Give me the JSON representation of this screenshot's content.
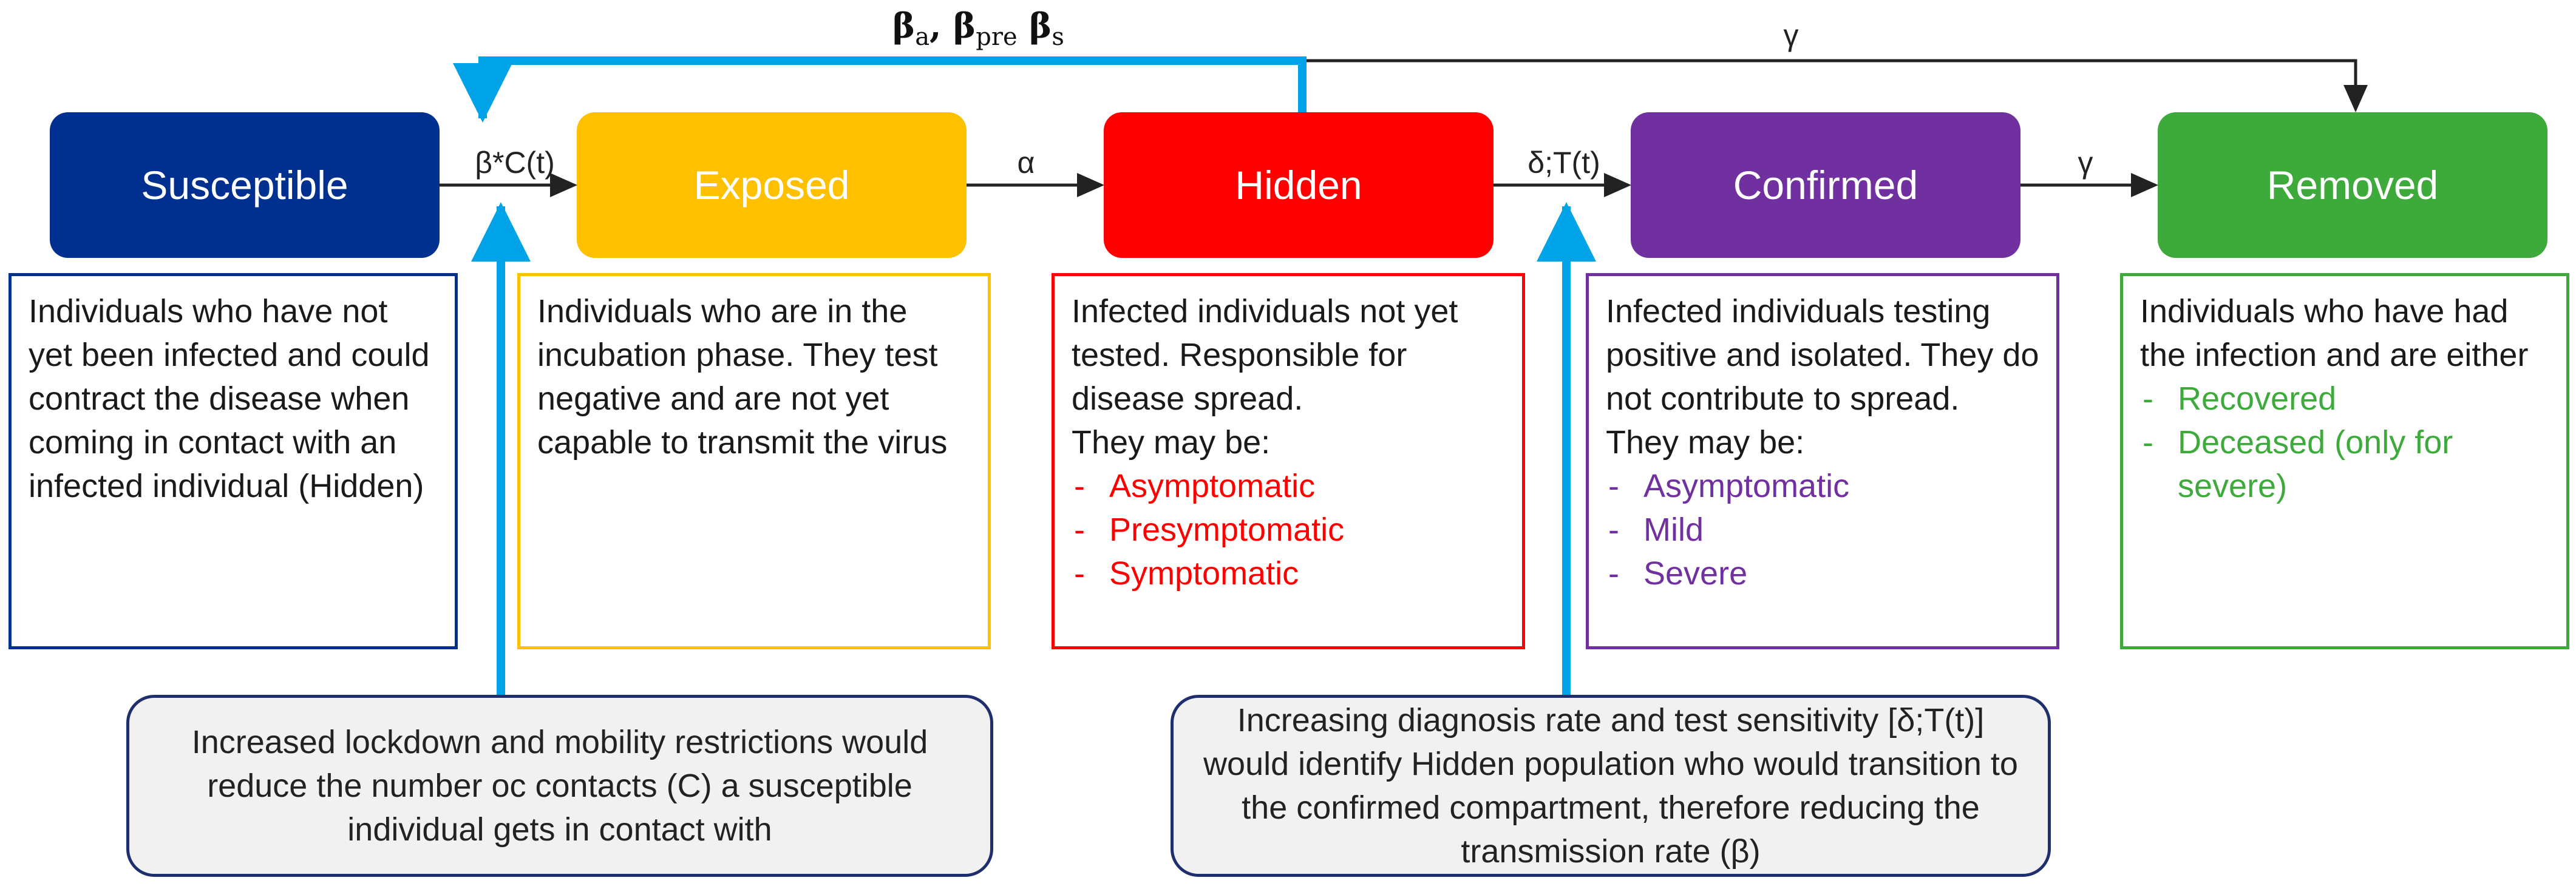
{
  "colors": {
    "susceptible": "#00308f",
    "exposed": "#ffc000",
    "hidden": "#ff0000",
    "confirmed": "#7030a0",
    "removed": "#3eaa3c",
    "arrow": "#222222",
    "intervention_arrow": "#00a2e8",
    "note_border": "#1f2f6e"
  },
  "compartments": [
    {
      "id": "susceptible",
      "label": "Susceptible"
    },
    {
      "id": "exposed",
      "label": "Exposed"
    },
    {
      "id": "hidden",
      "label": "Hidden"
    },
    {
      "id": "confirmed",
      "label": "Confirmed"
    },
    {
      "id": "removed",
      "label": "Removed"
    }
  ],
  "transitions": {
    "susceptible_to_exposed": "β*C(t)",
    "exposed_to_hidden": "α",
    "hidden_to_confirmed": "δ;T(t)",
    "confirmed_to_removed": "γ",
    "hidden_to_removed": "γ",
    "beta": {
      "b1": "β",
      "s1": "a",
      "sep": ", ",
      "b2": "β",
      "s2": "pre",
      "b3": "β",
      "s3": "s"
    }
  },
  "descriptions": {
    "susceptible": {
      "text": "Individuals who have not yet been infected and could contract the disease when coming in contact with an infected individual (Hidden)"
    },
    "exposed": {
      "text": "Individuals who are in the incubation phase. They test negative and are not yet capable to transmit the virus"
    },
    "hidden": {
      "text": "Infected individuals not yet tested. Responsible for disease spread.",
      "intro": "They may be:",
      "items": [
        "Asymptomatic",
        "Presymptomatic",
        "Symptomatic"
      ]
    },
    "confirmed": {
      "text": "Infected individuals testing positive and isolated. They do not contribute to spread.",
      "intro": "They may be:",
      "items": [
        "Asymptomatic",
        "Mild",
        "Severe"
      ]
    },
    "removed": {
      "text": "Individuals who have had the infection and are either",
      "items": [
        "Recovered",
        "Deceased (only for severe)"
      ]
    }
  },
  "notes": {
    "lockdown": "Increased lockdown and mobility restrictions would reduce the number oc contacts (C) a susceptible individual gets in contact with",
    "testing": "Increasing diagnosis rate and test sensitivity [δ;T(t)] would identify Hidden population who would transition to the confirmed compartment, therefore reducing the transmission rate (β)"
  }
}
